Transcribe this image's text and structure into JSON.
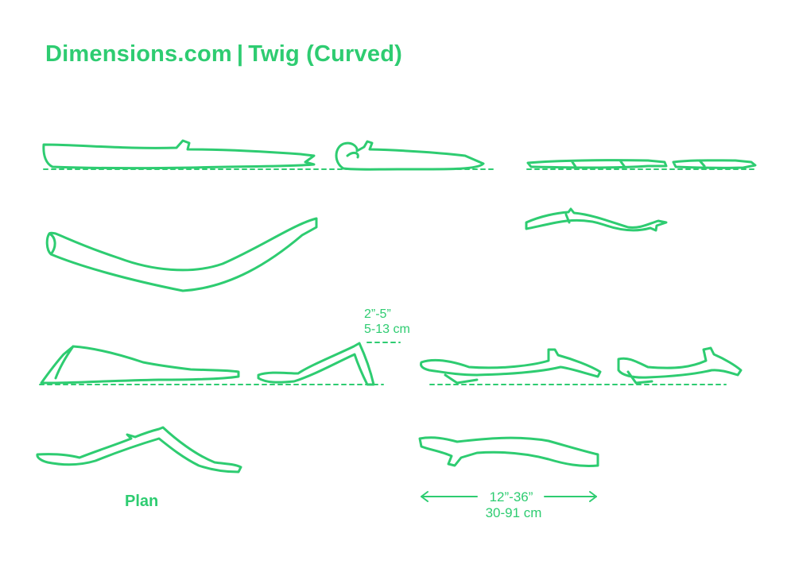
{
  "colors": {
    "stroke": "#2ecc71",
    "background": "#ffffff"
  },
  "header": {
    "site": "Dimensions.com",
    "separator": "|",
    "product": "Twig (Curved)"
  },
  "labels": {
    "plan": "Plan",
    "height_imperial": "2”-5”",
    "height_metric": "5-13 cm",
    "length_imperial": "12”-36”",
    "length_metric": "30-91 cm"
  }
}
